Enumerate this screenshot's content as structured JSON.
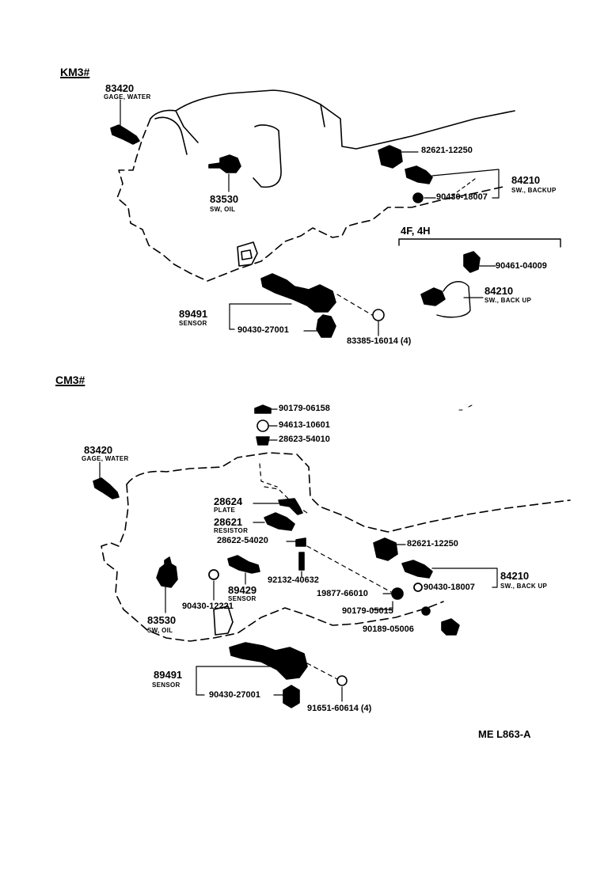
{
  "sections": {
    "km3": {
      "title": "KM3#",
      "variant": "4F, 4H",
      "parts": {
        "gage_water_num": "83420",
        "gage_water_desc": "GAGE, WATER",
        "sw_oil_num": "83530",
        "sw_oil_desc": "SW, OIL",
        "p82621": "82621-12250",
        "backup_num": "84210",
        "backup_desc": "SW., BACKUP",
        "p90430_18007": "90430-18007",
        "p90461": "90461-04009",
        "backup2_num": "84210",
        "backup2_desc": "SW., BACK UP",
        "sensor_num": "89491",
        "sensor_desc": "SENSOR",
        "p90430_27001": "90430-27001",
        "p83385": "83385-16014 (4)"
      }
    },
    "cm3": {
      "title": "CM3#",
      "parts": {
        "p90179_06158": "90179-06158",
        "p94613": "94613-10601",
        "p28623": "28623-54010",
        "gage_water_num": "83420",
        "gage_water_desc": "GAGE, WATER",
        "plate_num": "28624",
        "plate_desc": "PLATE",
        "resistor_num": "28621",
        "resistor_desc": "RESISTOR",
        "p28622": "28622-54020",
        "p92132": "92132-40632",
        "sensor89429_num": "89429",
        "sensor89429_desc": "SENSOR",
        "p90430_12221": "90430-12221",
        "sw_oil_num": "83530",
        "sw_oil_desc": "SW, OIL",
        "p82621": "82621-12250",
        "backup_num": "84210",
        "backup_desc": "SW., BACK UP",
        "p90430_18007": "90430-18007",
        "p19877": "19877-66010",
        "p90179_05015": "90179-05015",
        "p90189": "90189-05006",
        "sensor_num": "89491",
        "sensor_desc": "SENSOR",
        "p90430_27001": "90430-27001",
        "p91651": "91651-60614 (4)"
      }
    }
  },
  "footer": {
    "code": "ME L863-A"
  }
}
